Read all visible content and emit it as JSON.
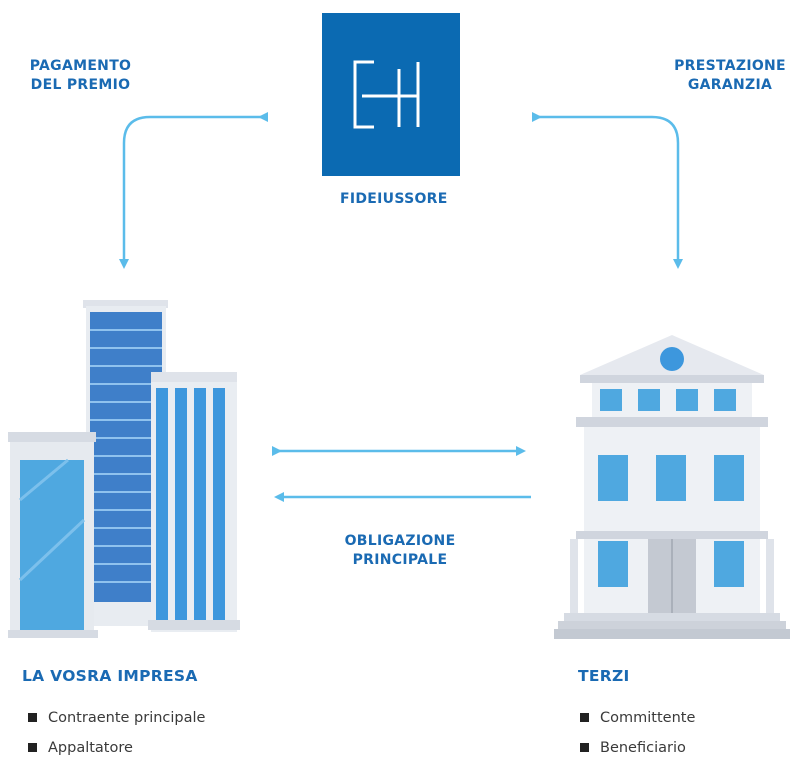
{
  "logo": {
    "text": "E+H",
    "color": "#0b6ab2"
  },
  "labels": {
    "payment": [
      "PAGAMENTO",
      "DEL PREMIO"
    ],
    "guarantee": [
      "PRESTAZIONE",
      "GARANZIA"
    ],
    "surety": "FIDEIUSSORE",
    "obligation": [
      "OBLIGAZIONE",
      "PRINCIPALE"
    ]
  },
  "left": {
    "title": "LA VOSRA IMPRESA",
    "items": [
      "Contraente principale",
      "Appaltatore"
    ]
  },
  "right": {
    "title": "TERZI",
    "items": [
      "Committente",
      "Beneficiario"
    ]
  },
  "colors": {
    "text": "#1a6ab3",
    "arrow": "#5bbcea",
    "glass": "#4fa8e0"
  }
}
